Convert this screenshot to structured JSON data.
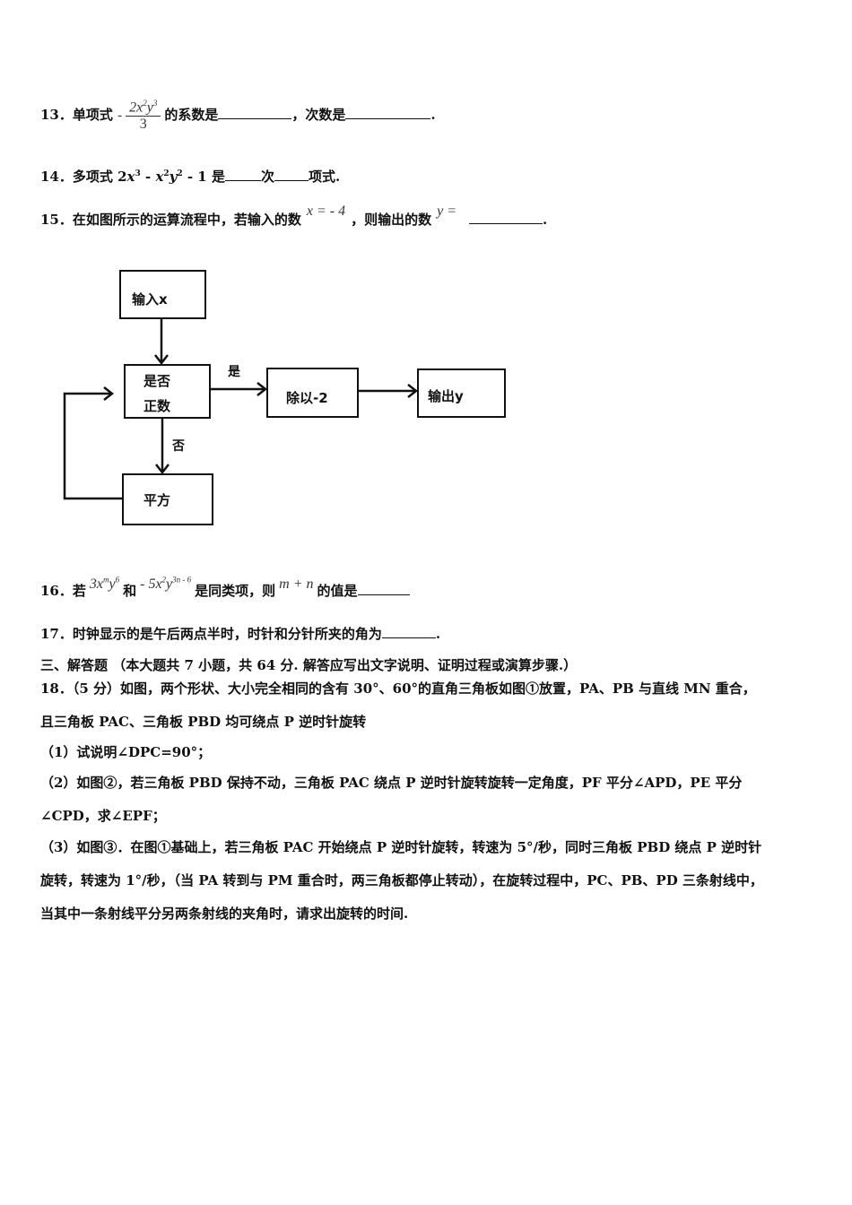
{
  "q13": {
    "prefix": "13．单项式",
    "neg": "-",
    "num": "2x",
    "den": "3",
    "mid": "的系数是",
    "mid2": "，次数是",
    "end": "."
  },
  "q14": {
    "prefix": "14．多项式 2",
    "t1": "x",
    "s1": "3",
    "minus": " - ",
    "t2": "x",
    "s2": "2",
    "t3": "y",
    "s3": "2",
    "rest": " - 1 是",
    "mid": "次",
    "end": "项式."
  },
  "q15": {
    "prefix": "15．在如图所示的运算流程中，若输入的数",
    "input": "x = - 4",
    "mid": "，则输出的数",
    "output": "y =",
    "end": "."
  },
  "flow": {
    "input_label": "输入x",
    "check_label_1": "是否",
    "check_label_2": "正数",
    "yes_label": "是",
    "no_label": "否",
    "divide_label": "除以-2",
    "output_label": "输出y",
    "square_label": "平方"
  },
  "q16": {
    "prefix": "16．若",
    "term1": "3x",
    "term1_sup1": "m",
    "term1_y": "y",
    "term1_sup2": "6",
    "and": "和",
    "term2": "- 5x",
    "term2_sup1": "2",
    "term2_y": "y",
    "term2_sup2": "3n - 6",
    "mid": "是同类项，则",
    "expr": "m + n",
    "end": "的值是"
  },
  "q17": {
    "text": "17．时钟显示的是午后两点半时，时针和分针所夹的角为",
    "end": "."
  },
  "section3": {
    "text": "三、解答题 （本大题共 7 小题，共 64 分. 解答应写出文字说明、证明过程或演算步骤.）"
  },
  "q18": {
    "line1": "18．（5 分）如图，两个形状、大小完全相同的含有 30°、60°的直角三角板如图①放置，PA、PB 与直线 MN 重合，",
    "line2": "且三角板 PAC、三角板 PBD 均可绕点 P 逆时针旋转",
    "part1": "（1）试说明∠DPC=90°；",
    "part2a": "（2）如图②，若三角板 PBD 保持不动，三角板 PAC 绕点 P 逆时针旋转旋转一定角度，PF 平分∠APD，PE 平分",
    "part2b": "∠CPD，求∠EPF；",
    "part3a": "（3）如图③．在图①基础上，若三角板 PAC 开始绕点 P 逆时针旋转，转速为 5°/秒，同时三角板 PBD 绕点 P 逆时针",
    "part3b": "旋转，转速为 1°/秒，（当 PA 转到与 PM 重合时，两三角板都停止转动），在旋转过程中，PC、PB、PD 三条射线中，",
    "part3c": "当其中一条射线平分另两条射线的夹角时，请求出旋转的时间."
  }
}
